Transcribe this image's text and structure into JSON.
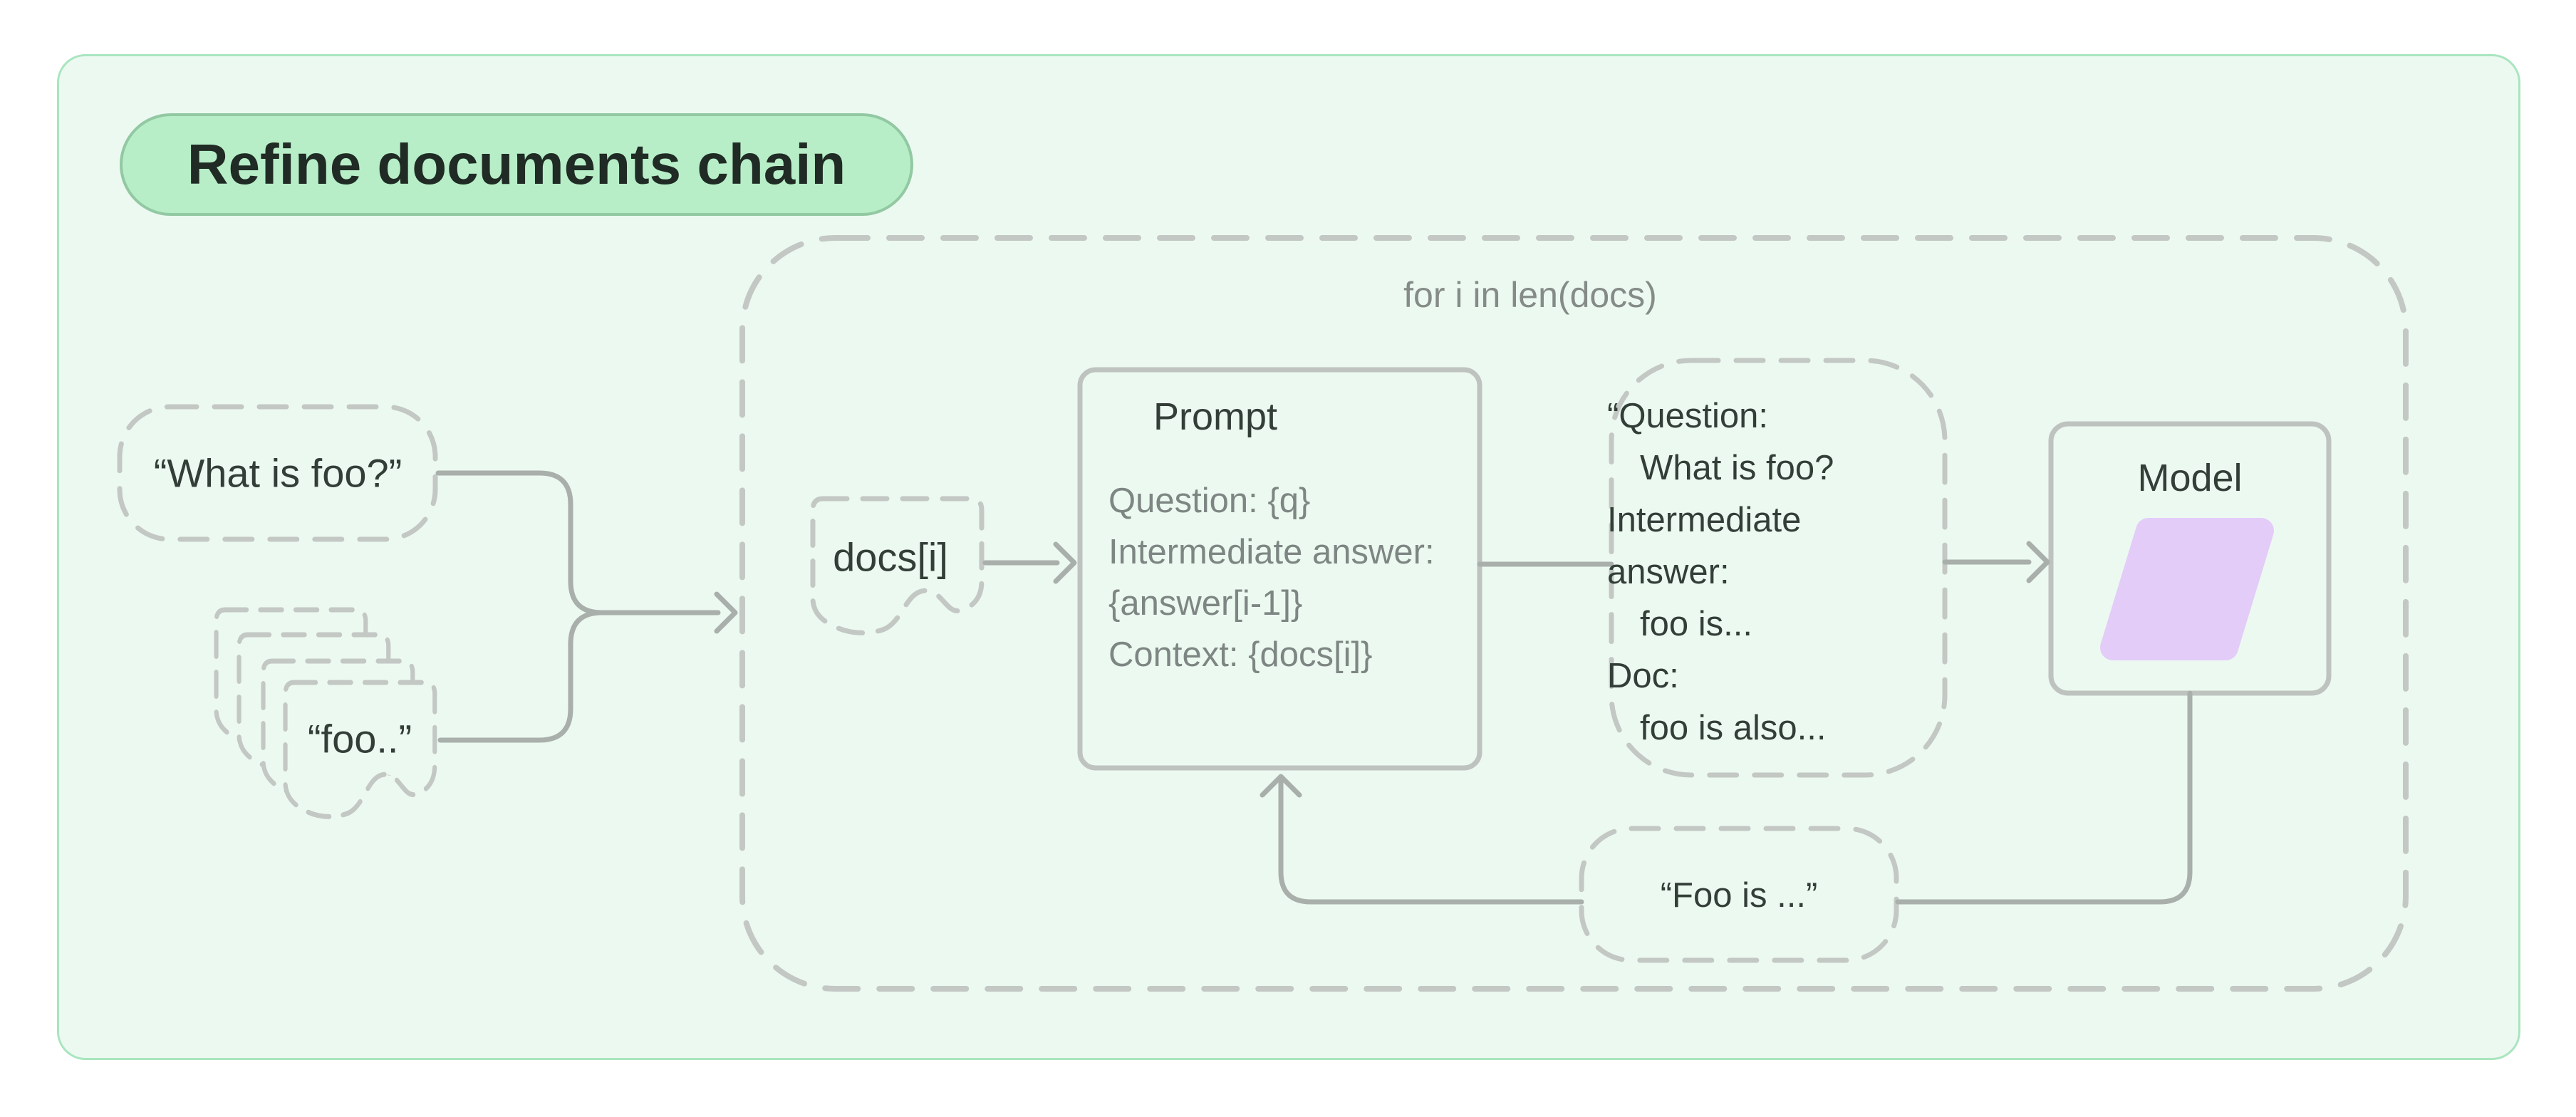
{
  "badge": {
    "label": "Refine documents chain"
  },
  "loop": {
    "label": "for i in len(docs)"
  },
  "nodes": {
    "question_input": {
      "text": "“What is foo?”"
    },
    "docs_stack": {
      "text": "“foo..”"
    },
    "doc_item": {
      "text": "docs[i]"
    },
    "prompt": {
      "title": "Prompt",
      "lines": [
        "Question: {q}",
        "Intermediate answer:",
        "{answer[i-1]}",
        "Context: {docs[i]}"
      ]
    },
    "intermediate_output": {
      "lines": [
        "“Question:",
        "What is foo?",
        "Intermediate",
        "answer:",
        "foo is...",
        "Doc:",
        "foo is also..."
      ]
    },
    "model": {
      "title": "Model"
    },
    "answer": {
      "text": "“Foo is ...”"
    }
  },
  "colors": {
    "page_bg": "#ffffff",
    "board_fill": "#ecf9f1",
    "board_border": "#a9e5bf",
    "badge_fill": "#b7eec8",
    "badge_border": "#92c8a2",
    "badge_text": "#1f2b24",
    "dash_gray": "#c3c8c4",
    "box_gray": "#bec3c0",
    "line_gray": "#a9afab",
    "dark_text": "#333e38",
    "muted_text": "#7e8683",
    "label_text": "#858c88",
    "model_shape": "#e3ccf8"
  }
}
